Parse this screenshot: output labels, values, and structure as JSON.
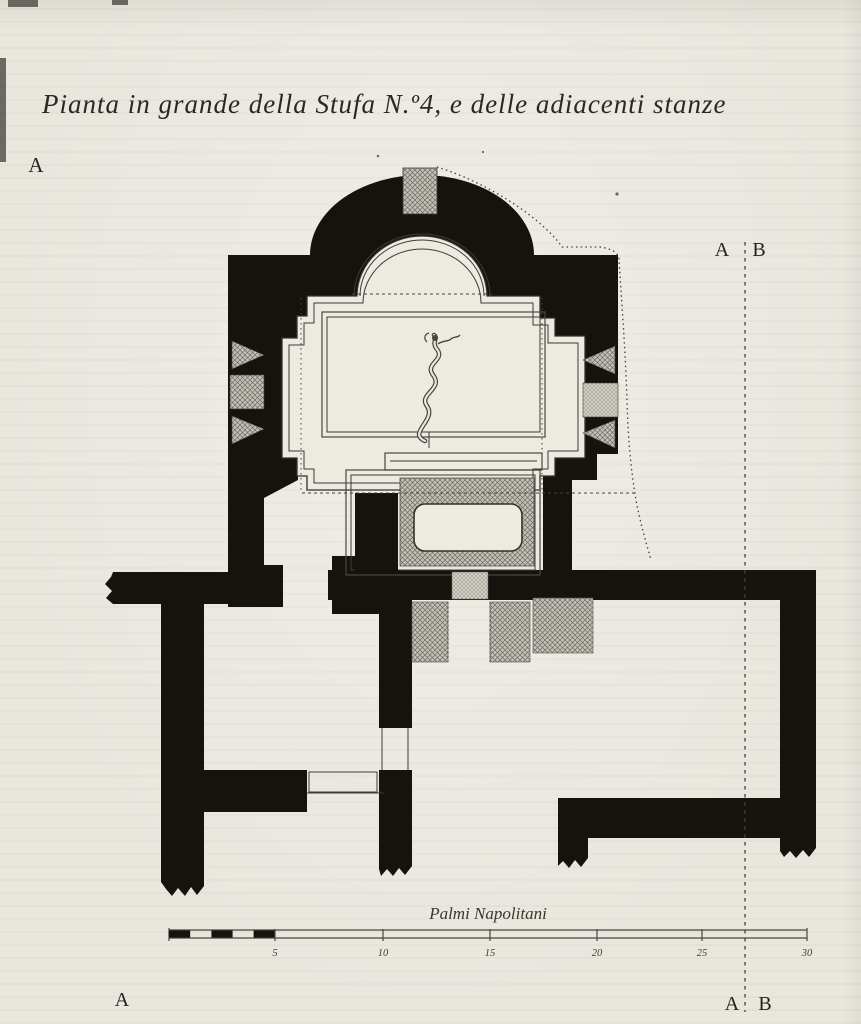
{
  "page": {
    "paper_color": "#e9e6de",
    "ink_color": "#16120e",
    "engraved_line_color": "#3f3b35",
    "hatch_color": "#c4c1b8"
  },
  "title": {
    "text": "Pianta in grande della Stufa N.º4, e delle adiacenti stanze"
  },
  "markers": {
    "top_left": "A",
    "top_right_a": "A",
    "top_right_b": "B",
    "bottom_left": "A",
    "bottom_right_a": "A",
    "bottom_right_b": "B"
  },
  "scale_bar": {
    "label": "Palmi Napolitani",
    "ticks": [
      "5",
      "10",
      "15",
      "20",
      "25",
      "30"
    ]
  },
  "plan": {
    "central_symbol": "asclepius-serpent"
  }
}
